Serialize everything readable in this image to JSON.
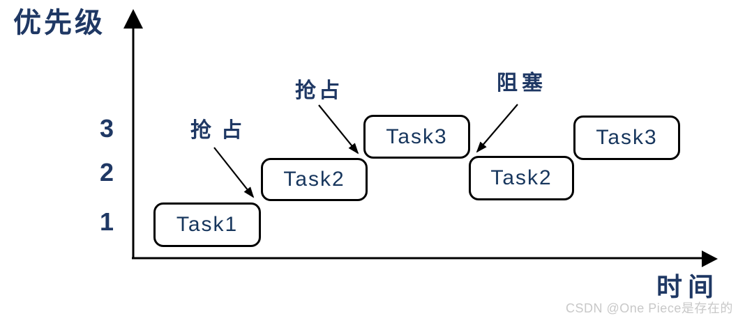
{
  "colors": {
    "ink": "#1f3864",
    "task-text": "#17365d",
    "line": "#000000",
    "box-fill": "#ffffff",
    "watermark-gray": "#c8c8c8"
  },
  "axes": {
    "y_label": "优先级",
    "x_label": "时间",
    "ticks": [
      "3",
      "2",
      "1"
    ]
  },
  "tasks": [
    {
      "label": "Task1",
      "priority": "1"
    },
    {
      "label": "Task2",
      "priority": "2"
    },
    {
      "label": "Task3",
      "priority": "3"
    },
    {
      "label": "Task2",
      "priority": "2"
    },
    {
      "label": "Task3",
      "priority": "3"
    }
  ],
  "annotations": {
    "preempt_1": "抢占",
    "preempt_2": "抢占",
    "block": "阻塞"
  },
  "watermark": "CSDN @One Piece是存在的"
}
